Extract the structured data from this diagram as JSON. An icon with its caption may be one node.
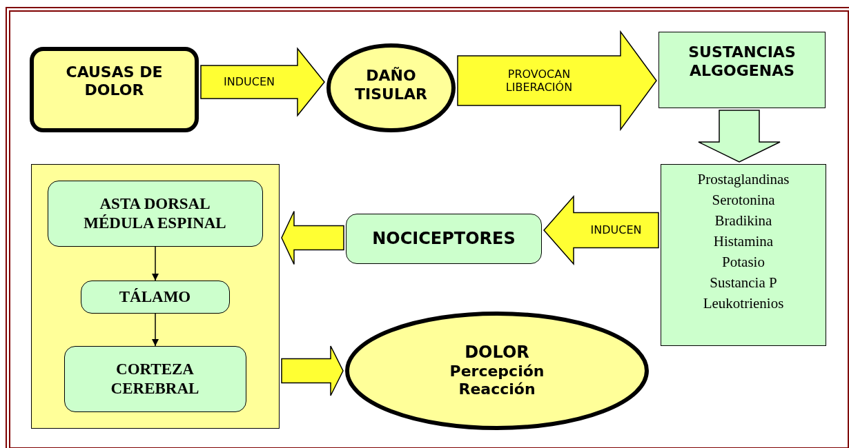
{
  "diagram": {
    "nodes": [
      {
        "text": [
          "CAUSAS DE DOLOR"
        ]
      },
      {
        "text": [
          "DAÑO TISULAR"
        ]
      },
      {
        "text": [
          "SUSTANCIAS ALGOGENAS"
        ]
      },
      {
        "text": [
          "Prostaglandinas",
          "Serotonina",
          "Bradikina",
          "Histamina",
          "Potasio",
          "Sustancia P",
          "Leukotrienios"
        ]
      },
      {
        "text": [],
        "shape": "box"
      },
      {
        "text": [
          "ASTA DORSAL MÉDULA ESPINAL"
        ],
        "in": 4
      },
      {
        "text": [
          "TÁLAMO"
        ],
        "in": 4
      },
      {
        "text": [
          "CORTEZA CEREBRAL"
        ],
        "in": 4
      },
      {
        "text": [
          "NOCICEPTORES"
        ]
      },
      {
        "text": [
          "DOLOR",
          "Percepción",
          "Reacción"
        ]
      }
    ],
    "edges": [
      {
        "from": 0,
        "to": 1,
        "arrow": "to",
        "label": "INDUCEN",
        "style": "thick"
      },
      {
        "from": 1,
        "to": 2,
        "arrow": "to",
        "label": "PROVOCAN LIBERACIÓN",
        "style": "thick"
      },
      {
        "from": 2,
        "to": 3,
        "arrow": "to",
        "style": "thick",
        "color": "#ccffcc"
      },
      {
        "from": 3,
        "to": 8,
        "arrow": "to",
        "label": "INDUCEN",
        "style": "thick"
      },
      {
        "from": 8,
        "to": 4,
        "arrow": "to",
        "style": "thick"
      },
      {
        "from": 5,
        "to": 6,
        "arrow": "to"
      },
      {
        "from": 6,
        "to": 7,
        "arrow": "to"
      },
      {
        "from": 4,
        "to": 9,
        "arrow": "to",
        "style": "thick"
      }
    ]
  }
}
